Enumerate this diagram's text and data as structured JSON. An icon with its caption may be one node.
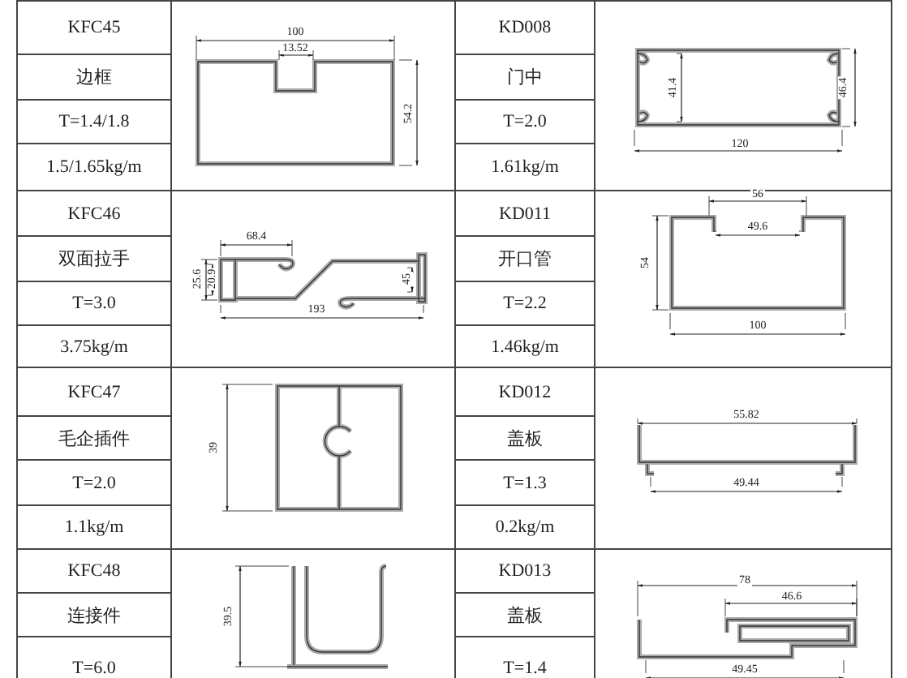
{
  "diagram": {
    "labels": [
      "KFC45",
      "100",
      "13.52",
      "54.2",
      "KD008",
      "41.4",
      "46.4",
      "120",
      "边框",
      "门中",
      "T=1.4/1.8",
      "T=2.0",
      "1.5/1.65kg/m",
      "1.61kg/m",
      "KFC46",
      "68.4",
      "25.6",
      "20.9",
      "45",
      "193",
      "KD011",
      "56",
      "49.6",
      "54",
      "100",
      "双面拉手",
      "开口管",
      "T=3.0",
      "T=2.2",
      "3.75kg/m",
      "1.46kg/m",
      "KFC47",
      "39",
      "KD012",
      "55.82",
      "49.44",
      "毛企插件",
      "盖板",
      "T=2.0",
      "T=1.3",
      "1.1kg/m",
      "0.2kg/m",
      "KFC48",
      "39.5",
      "KD013",
      "78",
      "46.6",
      "49.45",
      "连接件",
      "盖板",
      "T=6.0",
      "T=1.4"
    ]
  }
}
